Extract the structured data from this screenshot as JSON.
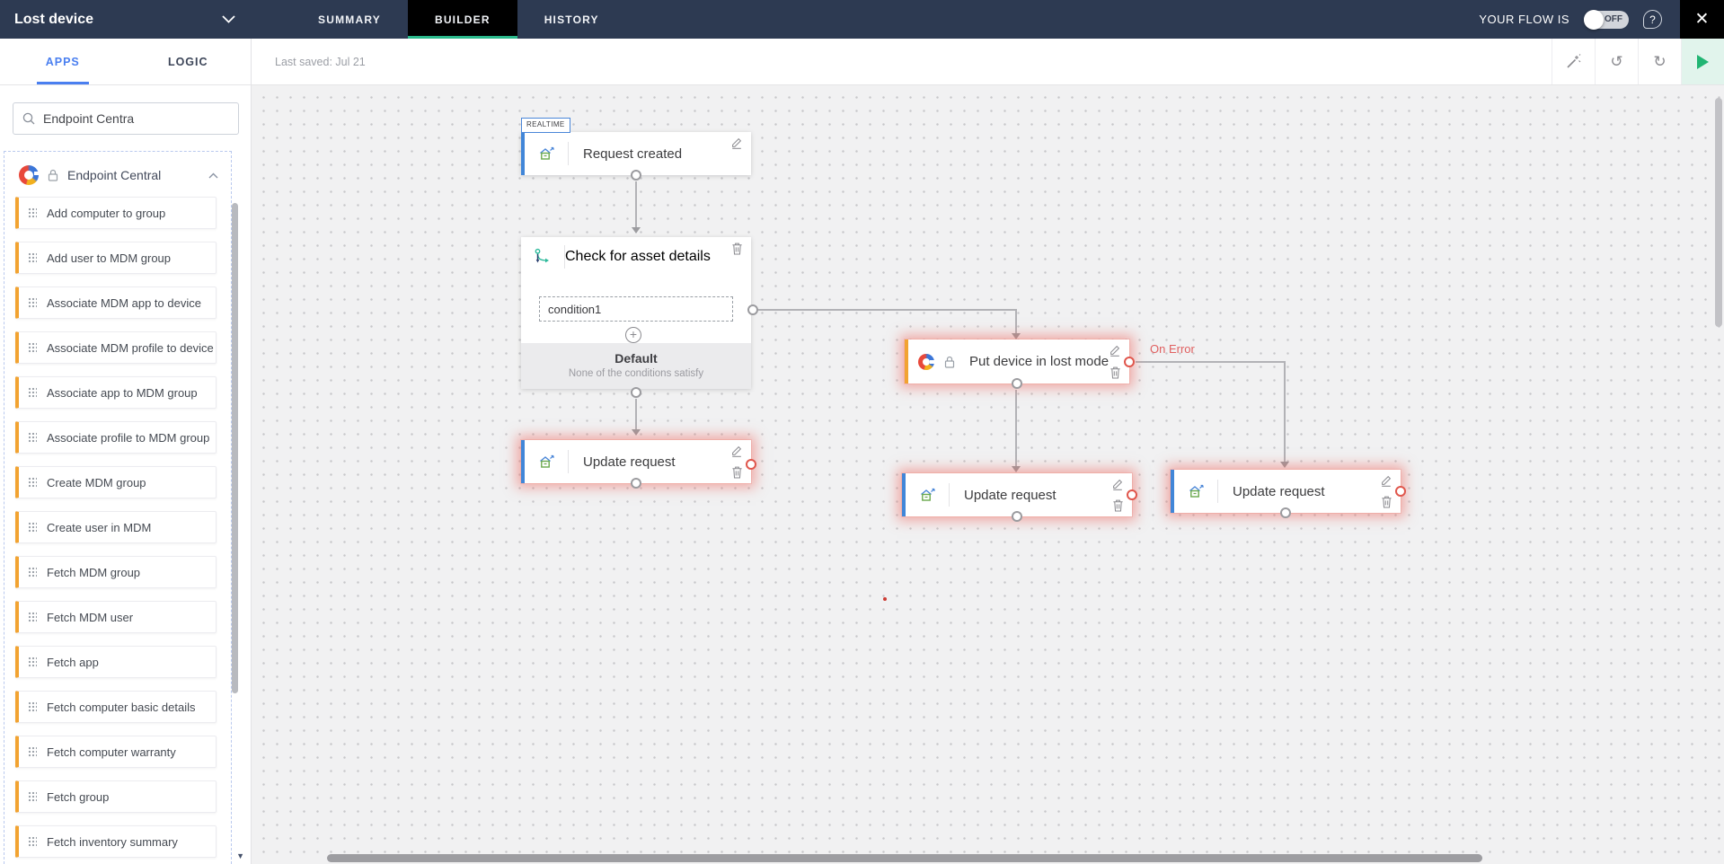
{
  "topbar": {
    "flow_name": "Lost device",
    "tabs": [
      {
        "label": "SUMMARY"
      },
      {
        "label": "BUILDER"
      },
      {
        "label": "HISTORY"
      }
    ],
    "status_label": "YOUR FLOW IS",
    "toggle_state": "OFF",
    "close_glyph": "✕",
    "help_glyph": "?"
  },
  "toolbar": {
    "last_saved": "Last saved: Jul 21",
    "undo_glyph": "↺",
    "redo_glyph": "↻"
  },
  "sidebar": {
    "tabs": [
      {
        "label": "APPS"
      },
      {
        "label": "LOGIC"
      }
    ],
    "search_value": "Endpoint Centra",
    "app_name": "Endpoint Central",
    "actions": [
      "Add computer to group",
      "Add user to MDM group",
      "Associate MDM app to device",
      "Associate MDM profile to device",
      "Associate app to MDM group",
      "Associate profile to MDM group",
      "Create MDM group",
      "Create user in MDM",
      "Fetch MDM group",
      "Fetch MDM user",
      "Fetch app",
      "Fetch computer basic details",
      "Fetch computer warranty",
      "Fetch group",
      "Fetch inventory summary"
    ]
  },
  "canvas": {
    "trigger_badge": "REALTIME",
    "trigger_label": "Request created",
    "decision_label": "Check for asset details",
    "condition_label": "condition1",
    "plus_glyph": "+",
    "default_title": "Default",
    "default_subtitle": "None of the conditions satisfy",
    "action_label": "Put device in lost mode",
    "on_error_label": "On Error",
    "update_left_label": "Update request",
    "update_middle_label": "Update request",
    "update_right_label": "Update request"
  },
  "colors": {
    "topbar_bg": "#2d3a52",
    "active_tab_underline": "#2ab98b",
    "apps_tab_blue": "#4a7ff0",
    "node_blue_border": "#4186d8",
    "node_amber_border": "#f2a331",
    "error_red": "#e0564c",
    "play_green": "#21b573"
  }
}
